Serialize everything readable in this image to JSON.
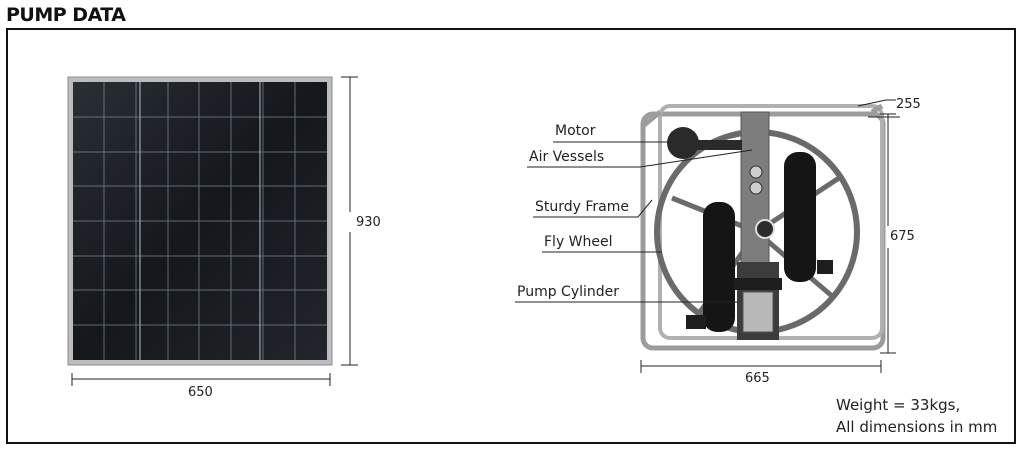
{
  "header": {
    "title": "PUMP DATA"
  },
  "solar_panel": {
    "height_label": "930",
    "width_label": "650"
  },
  "pump": {
    "labels": {
      "motor": "Motor",
      "air_vessels": "Air Vessels",
      "sturdy_frame": "Sturdy Frame",
      "fly_wheel": "Fly Wheel",
      "pump_cylinder": "Pump Cylinder"
    },
    "depth_label": "255",
    "height_label": "675",
    "width_label": "665"
  },
  "notes": {
    "weight": "Weight = 33kgs,",
    "units": "All dimensions in mm"
  }
}
